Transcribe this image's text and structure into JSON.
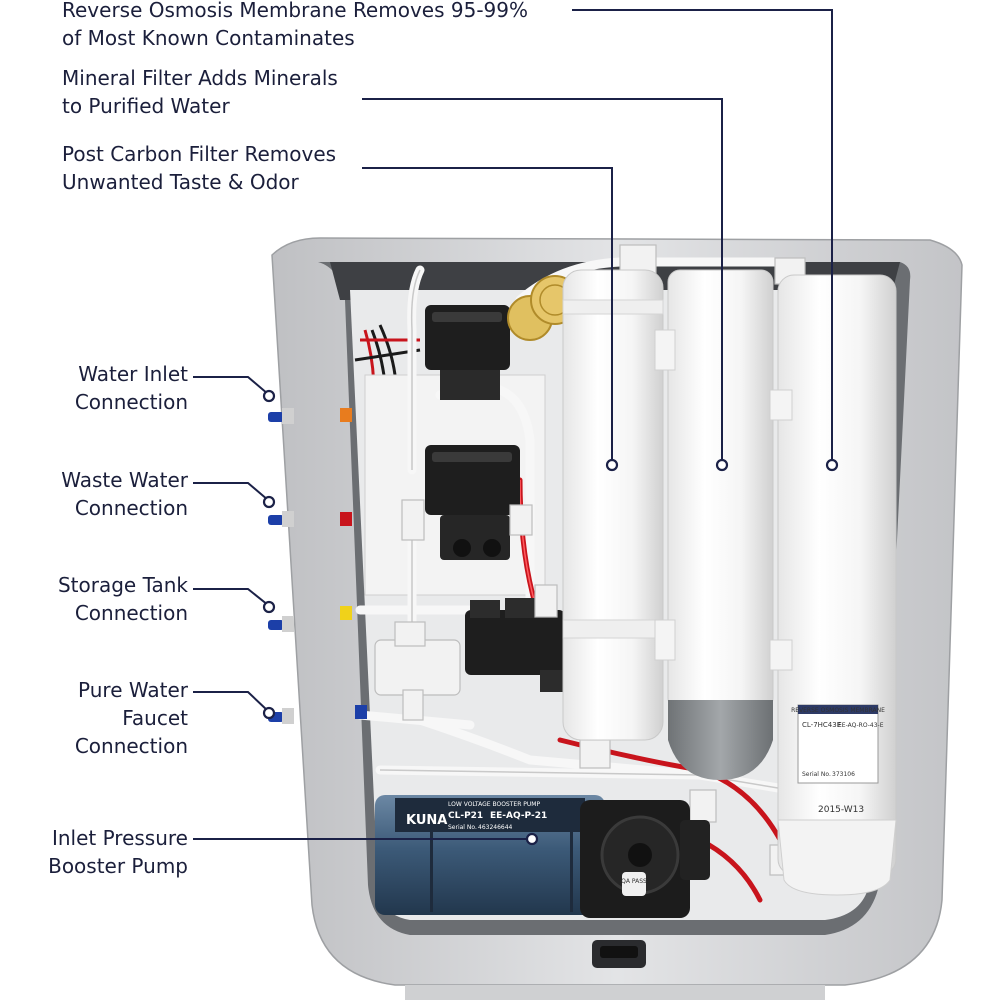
{
  "callouts": {
    "ro_membrane": "Reverse Osmosis Membrane Removes 95-99%\nof Most Known Contaminates",
    "mineral_filter": "Mineral Filter Adds Minerals\nto Purified Water",
    "post_carbon": "Post Carbon Filter Removes\nUnwanted Taste & Odor",
    "water_inlet": "Water Inlet\nConnection",
    "waste_water": "Waste Water\nConnection",
    "storage_tank": "Storage Tank\nConnection",
    "pure_water": "Pure Water\nFaucet\nConnection",
    "booster_pump": "Inlet Pressure\nBooster Pump"
  },
  "device_text": {
    "pump_brand": "KUNA",
    "pump_header": "LOW VOLTAGE BOOSTER PUMP",
    "pump_model": "CL-P21",
    "pump_code": "EE-AQ-P-21",
    "pump_serial": "Serial No.",
    "pump_serial_value": "463246644",
    "pump_qa": "QA PASS",
    "membrane_header": "REVERSE OSMOSIS MEMBRANE",
    "membrane_model": "CL-7HC43E",
    "membrane_code": "EE-AQ-RO-43-E",
    "membrane_serial": "Serial No.",
    "membrane_serial_value": "373106",
    "membrane_date": "2015-W13"
  },
  "colors": {
    "leader": "#1b2147",
    "text": "#1b1f3b",
    "housing": "#d8d9db",
    "pump": "#3c5a78",
    "valve": "#1e1e1e",
    "tube_red": "#c8141c",
    "knob_blue": "#1c3fa8"
  }
}
